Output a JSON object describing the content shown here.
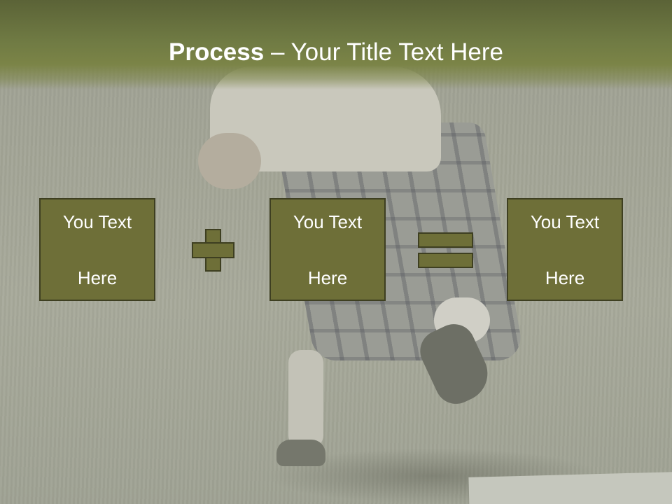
{
  "title": {
    "bold": "Process",
    "rest": " – Your Title Text Here"
  },
  "boxes": [
    {
      "line1": "You Text",
      "line2": "Here"
    },
    {
      "line1": "You Text",
      "line2": "Here"
    },
    {
      "line1": "You Text",
      "line2": "Here"
    }
  ],
  "colors": {
    "accent": "#6e6f38",
    "accent_border": "#3e3f21",
    "title_bar": "#7b8447",
    "text": "#ffffff"
  },
  "icons": {
    "operator_1": "plus-icon",
    "operator_2": "equals-icon"
  }
}
